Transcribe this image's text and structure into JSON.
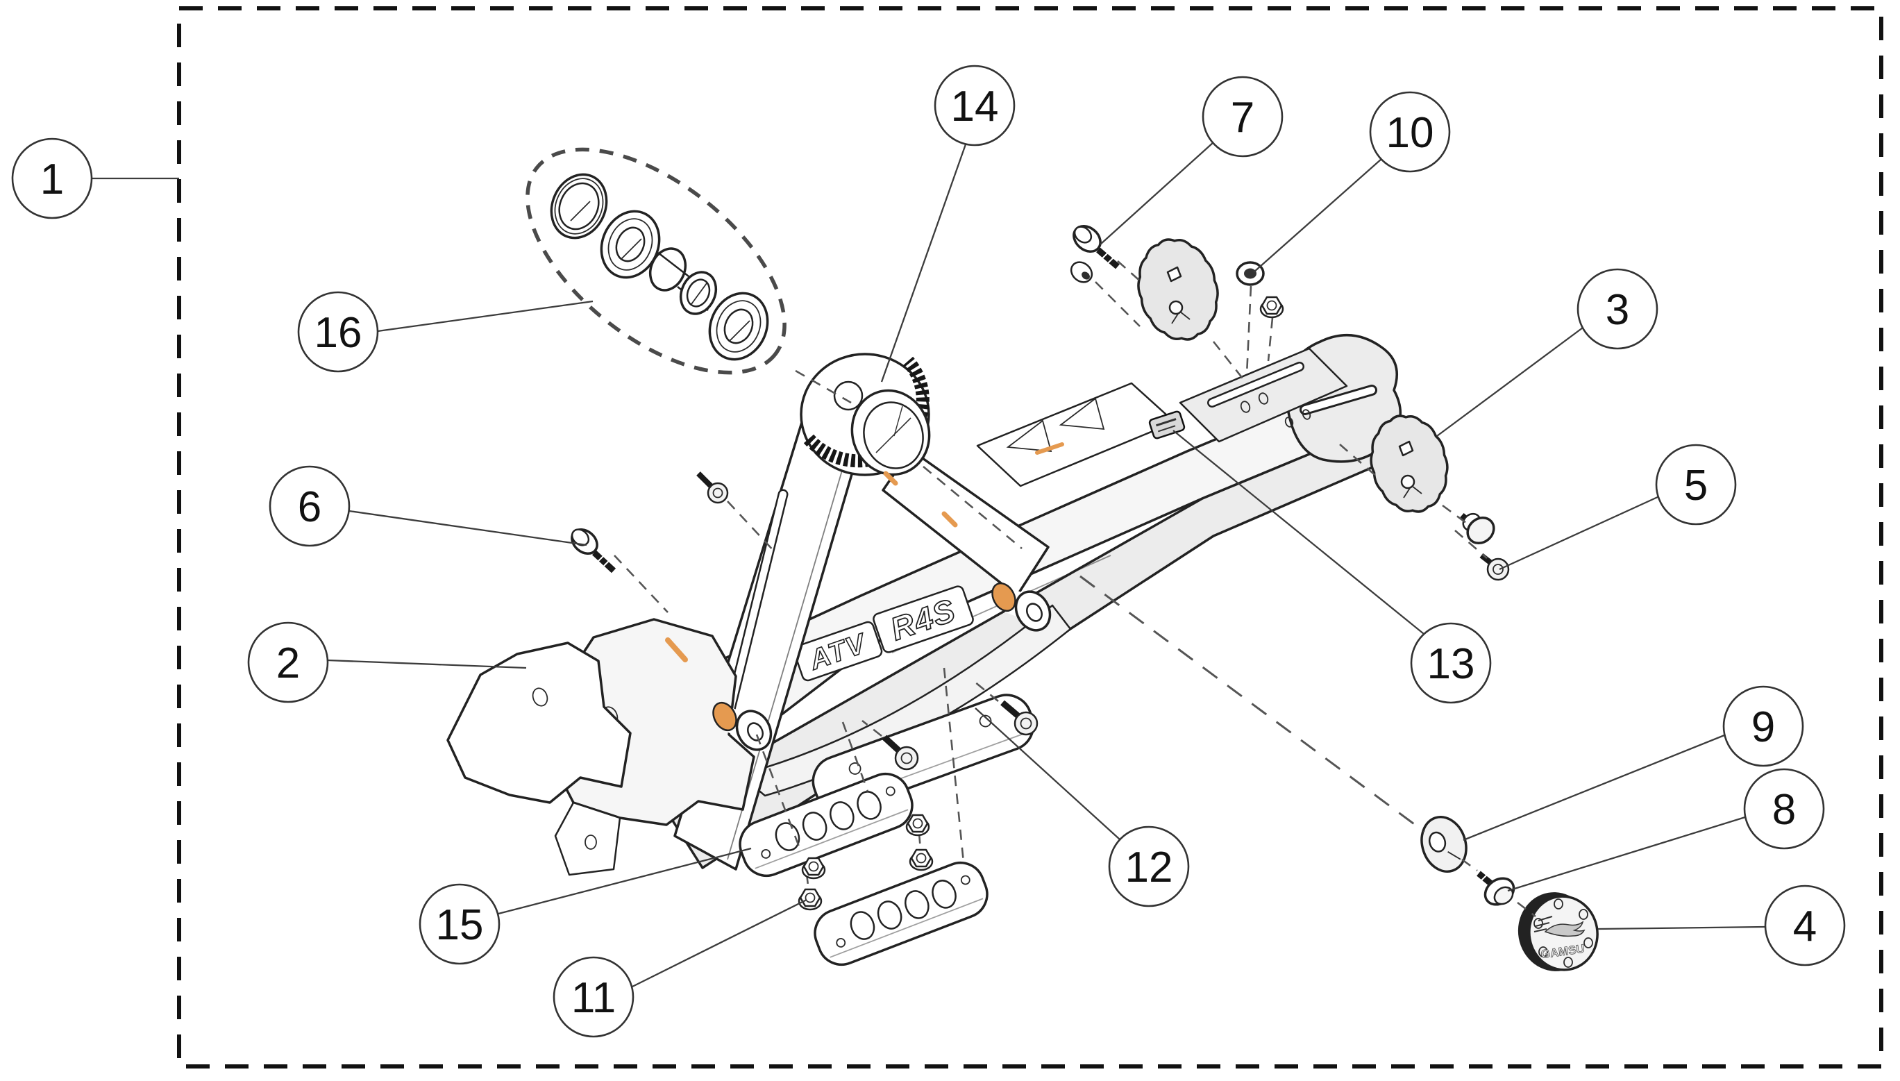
{
  "diagram": {
    "type": "exploded-parts-diagram",
    "subject": "ATV swingarm assembly",
    "balloons": [
      {
        "number": "1"
      },
      {
        "number": "2"
      },
      {
        "number": "3"
      },
      {
        "number": "4"
      },
      {
        "number": "5"
      },
      {
        "number": "6"
      },
      {
        "number": "7"
      },
      {
        "number": "8"
      },
      {
        "number": "9"
      },
      {
        "number": "10"
      },
      {
        "number": "11"
      },
      {
        "number": "12"
      },
      {
        "number": "13"
      },
      {
        "number": "14"
      },
      {
        "number": "15"
      },
      {
        "number": "16"
      }
    ],
    "emblem": {
      "line1": "ATV",
      "line2": "R4S"
    },
    "hub_cap_logo_text": "GAMSU",
    "colors": {
      "line": "#222222",
      "fill_light": "#f6f6f6",
      "fill_mid": "#ececec",
      "accent_orange": "#e59a50",
      "background": "#ffffff"
    }
  }
}
